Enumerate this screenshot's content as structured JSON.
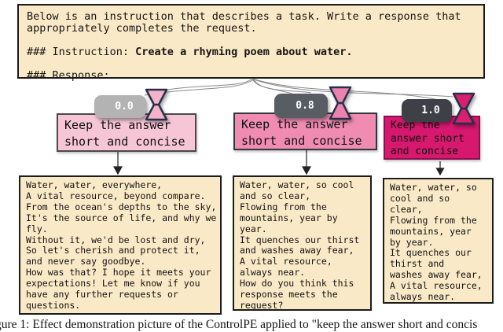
{
  "prompt_box": {
    "intro": "Below is an instruction that describes a task. Write a response that\nappropriately completes the request.",
    "instruction_label": "### Instruction: ",
    "instruction_text": "Create a rhyming poem about water.",
    "response_label": "### Response:"
  },
  "branches": [
    {
      "coefficient": "0.0",
      "instruction": "Keep the answer\nshort and concise",
      "output": "Water, water, everywhere,\nA vital resource, beyond compare.\nFrom the ocean's depths to the sky,\nIt's the source of life, and why we\nfly.\nWithout it, we'd be lost and dry,\nSo let's cherish and protect it,\nand never say goodbye.\nHow was that? I hope it meets your\nexpectations! Let me know if you\nhave any further requests or\nquestions.",
      "badge_color": "#b3b3b3",
      "bowtie_color": "#f4b3c9",
      "box_color": "#f7c6d6"
    },
    {
      "coefficient": "0.8",
      "instruction": "Keep the answer\nshort and concise",
      "output": "Water, water, so cool\nand so clear,\nFlowing from the\nmountains, year by\nyear.\nIt quenches our thirst\nand washes away fear,\nA vital resource,\nalways near.\nHow do you think this\nresponse meets the\nrequest?",
      "badge_color": "#585d64",
      "bowtie_color": "#ee82af",
      "box_color": "#f08cb2"
    },
    {
      "coefficient": "1.0",
      "instruction": "Keep the\nanswer short\nand concise",
      "output": "Water, water, so\ncool and so\nclear,\nFlowing from the\nmountains, year\nby year.\nIt quenches our\nthirst and\nwashes away fear,\nA vital resource,\nalways near.",
      "badge_color": "#3d4147",
      "bowtie_color": "#d81f70",
      "box_color": "#d6186e"
    }
  ],
  "caption": "gure 1: Effect demonstration picture of the ControlPE applied to \"keep the answer short and concis",
  "colors": {
    "panel_bg": "#fae9c6",
    "panel_border": "#1c1c1c",
    "bowtie_outline": "#26304a",
    "connector": "#8a8a8a",
    "arrow": "#222222"
  }
}
